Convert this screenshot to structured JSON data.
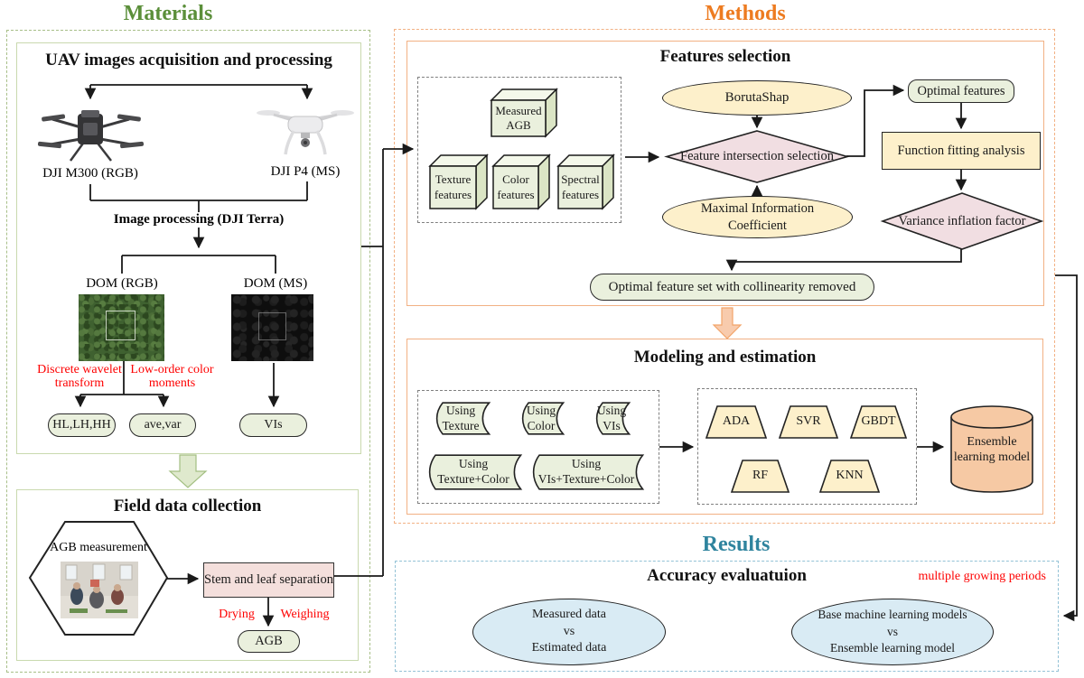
{
  "colors": {
    "materials_title": "#5b8f3a",
    "methods_title": "#ed7b20",
    "results_title": "#2f849e",
    "red_text": "#fe0000",
    "green_node": "#eaf0dd",
    "yellow_node": "#fdf0cb",
    "pink_node": "#f1dee2",
    "salmon_node": "#f6c9a4",
    "blue_node": "#d9ebf4"
  },
  "materials": {
    "title": "Materials",
    "uav": {
      "title": "UAV images acquisition and processing",
      "drone_rgb": "DJI M300 (RGB)",
      "drone_ms": "DJI P4 (MS)",
      "processing": "Image processing (DJI Terra)",
      "dom_rgb": "DOM (RGB)",
      "dom_ms": "DOM (MS)",
      "dwt": "Discrete wavelet\ntransform",
      "locm": "Low-order color\nmoments",
      "pill_hl": "HL,LH,HH",
      "pill_ave": "ave,var",
      "pill_vis": "VIs"
    },
    "field": {
      "title": "Field data collection",
      "hexagon": "AGB measurement",
      "separation": "Stem and leaf separation",
      "drying": "Drying",
      "weighing": "Weighing",
      "agb": "AGB"
    }
  },
  "methods": {
    "title": "Methods",
    "features": {
      "title": "Features selection",
      "measured_agb": "Measured\nAGB",
      "texture": "Texture\nfeatures",
      "color": "Color\nfeatures",
      "spectral": "Spectral\nfeatures",
      "borutashap": "BorutaShap",
      "intersection": "Feature intersection selection",
      "mic": "Maximal Information\nCoefficient",
      "optimal_features": "Optimal features",
      "function_fitting": "Function fitting analysis",
      "vif": "Variance inflation factor",
      "optimal_set": "Optimal feature set with collinearity removed"
    },
    "modeling": {
      "title": "Modeling and estimation",
      "using_texture": "Using\nTexture",
      "using_color": "Using\nColor",
      "using_vis": "Using\nVIs",
      "using_texture_color": "Using\nTexture+Color",
      "using_vis_texture_color": "Using\nVIs+Texture+Color",
      "models": [
        "ADA",
        "SVR",
        "GBDT",
        "RF",
        "KNN"
      ],
      "ensemble": "Ensemble\nlearning model"
    }
  },
  "results": {
    "title": "Results",
    "box_title": "Accuracy evaluatuion",
    "note": "multiple growing periods",
    "ellipse_left": "Measured data\nvs\nEstimated data",
    "ellipse_right": "Base machine learning models\nvs\nEnsemble learning model"
  }
}
